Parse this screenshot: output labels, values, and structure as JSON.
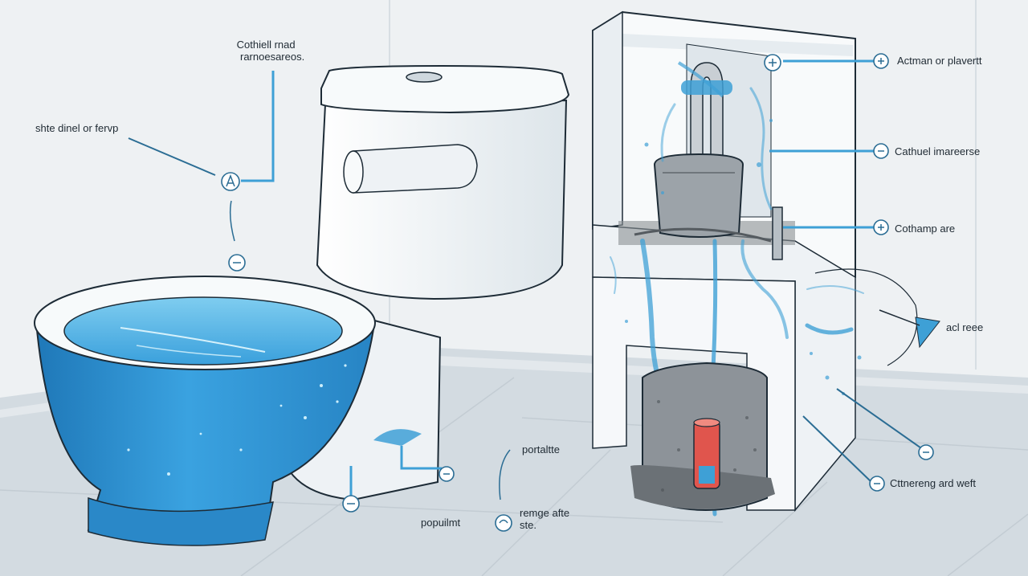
{
  "labels": {
    "top_left": {
      "line1": "Cothiell rnad",
      "line2": "rarnoesareos."
    },
    "left": "shte dinel or fervp",
    "right_1": "Actman or plavertt",
    "right_2": "Cathuel imareerse",
    "right_3": "Cothamp are",
    "right_4": "acl reee",
    "right_5": "Cttnereng ard weft",
    "bottom_1": "portaltte",
    "bottom_2": "popuilmt",
    "bottom_3": {
      "line1": "remge afte",
      "line2": "ste."
    }
  },
  "colors": {
    "accent_blue": "#3ea0d6",
    "bowl_blue": "#2f8fd0",
    "water_blue": "#5bbbe6",
    "porcelain": "#f4f7f9",
    "outline": "#1d2b36",
    "wall": "#eef1f3",
    "floor": "#cdd6dd",
    "cartridge_red": "#e0554d"
  }
}
